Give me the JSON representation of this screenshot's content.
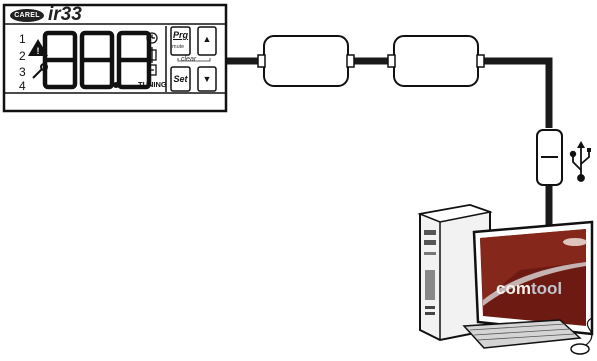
{
  "controller": {
    "brand": "CAREL",
    "model": "ir33",
    "display_digits": "88.8",
    "channels": [
      "1",
      "2",
      "3",
      "4"
    ],
    "tuning_label": "TUNING",
    "prg_label": "Prg",
    "mute_label": "mute",
    "clear_label": "clear",
    "set_label": "Set",
    "up_arrow": "▲",
    "down_arrow": "▼"
  },
  "adapters": [
    "converter-module-1",
    "converter-module-2",
    "usb-adapter"
  ],
  "usb_symbol": "usb-icon",
  "computer": {
    "screen_text_part1": "com",
    "screen_text_part2": "tool"
  },
  "colors": {
    "cable": "#1a1a1a",
    "panel_border": "#111111",
    "screen_red": "#7a1a12"
  }
}
